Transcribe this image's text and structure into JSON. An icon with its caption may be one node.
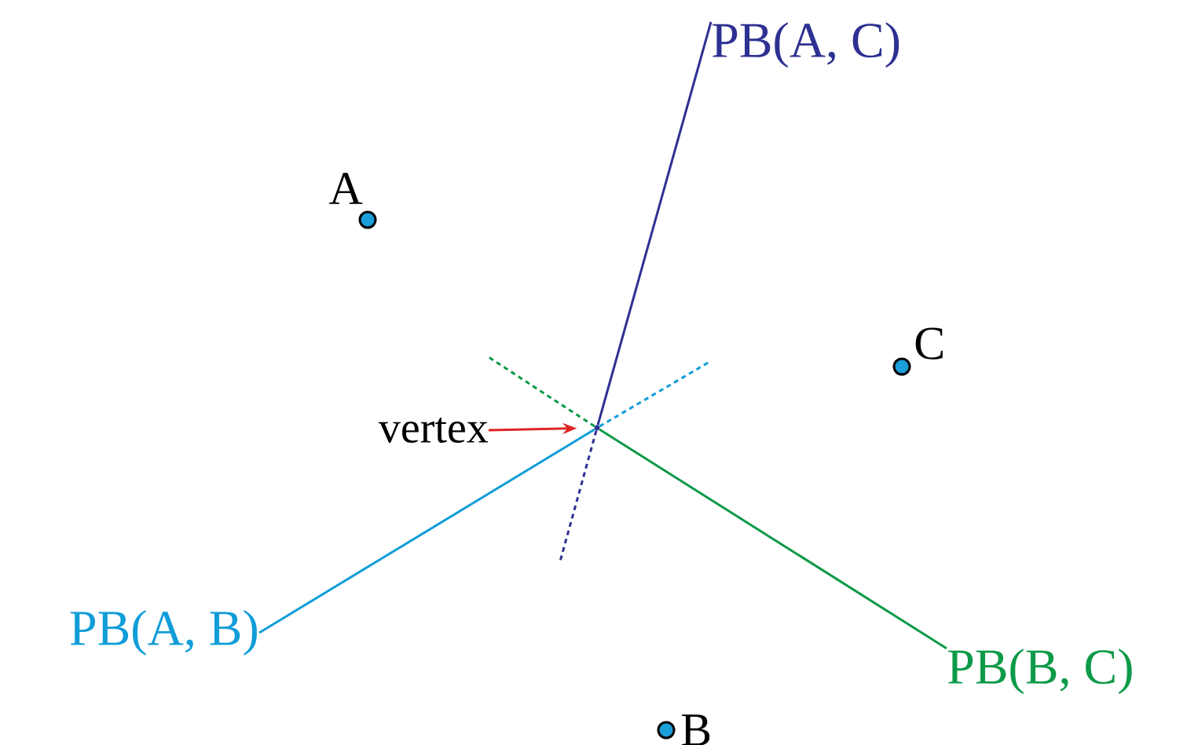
{
  "diagram": {
    "nodes": [
      {
        "text": [
          "PB(A, C)"
        ]
      },
      {
        "text": [],
        "shape": "circle",
        "beside": [
          "A"
        ]
      },
      {
        "text": [],
        "shape": "circle",
        "beside": [
          "C"
        ]
      },
      {
        "text": [
          "vertex"
        ]
      },
      {
        "text": [],
        "shape": "circle"
      },
      {
        "text": [
          "PB(A, B)"
        ]
      },
      {
        "text": [
          "PB(B, C)"
        ]
      },
      {
        "text": [],
        "shape": "circle",
        "beside": [
          "B"
        ]
      }
    ],
    "edges": [
      {
        "from": 4,
        "to": 0,
        "arrow": "none",
        "color": "#2e3192"
      },
      {
        "from": 4,
        "to": 5,
        "arrow": "none",
        "color": "#109dd8"
      },
      {
        "from": 4,
        "to": 6,
        "arrow": "none",
        "color": "#0d9a48"
      },
      {
        "from": 4,
        "to": null,
        "arrow": "none",
        "style": "dashed",
        "color": "#2e3192"
      },
      {
        "from": 4,
        "to": null,
        "arrow": "none",
        "style": "dashed",
        "color": "#0d9a48"
      },
      {
        "from": 4,
        "to": null,
        "arrow": "none",
        "style": "dashed",
        "color": "#109dd8"
      },
      {
        "from": 3,
        "to": 4,
        "arrow": "to",
        "color": "#e02424"
      }
    ]
  }
}
